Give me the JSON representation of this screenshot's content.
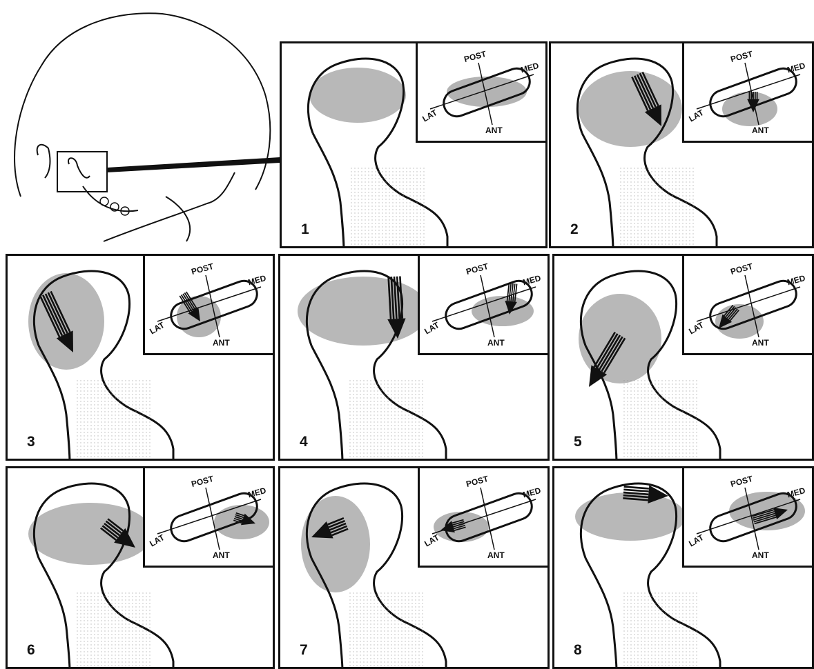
{
  "figure": {
    "inset_labels": {
      "post": "POST",
      "med": "MED",
      "lat": "LAT",
      "ant": "ANT"
    },
    "panels": [
      {
        "number": "1",
        "arrow": "none"
      },
      {
        "number": "2",
        "arrow": "anterior"
      },
      {
        "number": "3",
        "arrow": "anterolateral"
      },
      {
        "number": "4",
        "arrow": "anteromedial"
      },
      {
        "number": "5",
        "arrow": "anterolateral-low"
      },
      {
        "number": "6",
        "arrow": "medial"
      },
      {
        "number": "7",
        "arrow": "lateral"
      },
      {
        "number": "8",
        "arrow": "medial-posterior"
      }
    ]
  }
}
